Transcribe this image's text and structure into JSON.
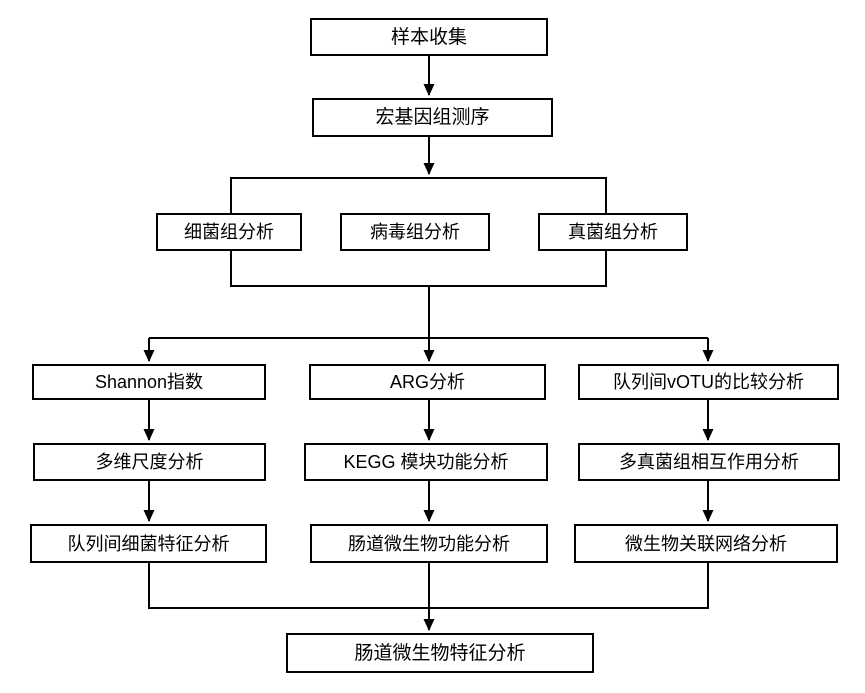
{
  "diagram": {
    "type": "flowchart",
    "background_color": "#ffffff",
    "line_color": "#000000",
    "box_border_color": "#000000",
    "text_color": "#000000",
    "nodes": {
      "sample_collection": {
        "label": "样本收集"
      },
      "metagenome_sequencing": {
        "label": "宏基因组测序"
      },
      "bacteriome_analysis": {
        "label": "细菌组分析"
      },
      "virome_analysis": {
        "label": "病毒组分析"
      },
      "mycobiome_analysis": {
        "label": "真菌组分析"
      },
      "shannon_index": {
        "label": "Shannon指数"
      },
      "arg_analysis": {
        "label": "ARG分析"
      },
      "votu_comparison": {
        "label": "队列间vOTU的比较分析"
      },
      "mds_analysis": {
        "label": "多维尺度分析"
      },
      "kegg_module_function": {
        "label": "KEGG 模块功能分析"
      },
      "fungal_interaction": {
        "label": "多真菌组相互作用分析"
      },
      "cohort_bacteria_features": {
        "label": "队列间细菌特征分析"
      },
      "gut_microbiome_function": {
        "label": "肠道微生物功能分析"
      },
      "microbial_network": {
        "label": "微生物关联网络分析"
      },
      "gut_microbiome_features": {
        "label": "肠道微生物特征分析"
      }
    },
    "edges": [
      {
        "from": "样本收集",
        "to": "宏基因组测序"
      },
      {
        "from": "宏基因组测序",
        "to": "细菌组分析/病毒组分析/真菌组分析"
      },
      {
        "from": "细菌组分析/病毒组分析/真菌组分析",
        "to": "Shannon指数"
      },
      {
        "from": "细菌组分析/病毒组分析/真菌组分析",
        "to": "ARG分析"
      },
      {
        "from": "细菌组分析/病毒组分析/真菌组分析",
        "to": "队列间vOTU的比较分析"
      },
      {
        "from": "Shannon指数",
        "to": "多维尺度分析"
      },
      {
        "from": "多维尺度分析",
        "to": "队列间细菌特征分析"
      },
      {
        "from": "ARG分析",
        "to": "KEGG 模块功能分析"
      },
      {
        "from": "KEGG 模块功能分析",
        "to": "肠道微生物功能分析"
      },
      {
        "from": "队列间vOTU的比较分析",
        "to": "多真菌组相互作用分析"
      },
      {
        "from": "多真菌组相互作用分析",
        "to": "微生物关联网络分析"
      },
      {
        "from": "队列间细菌特征分析",
        "to": "肠道微生物特征分析"
      },
      {
        "from": "肠道微生物功能分析",
        "to": "肠道微生物特征分析"
      },
      {
        "from": "微生物关联网络分析",
        "to": "肠道微生物特征分析"
      }
    ]
  }
}
